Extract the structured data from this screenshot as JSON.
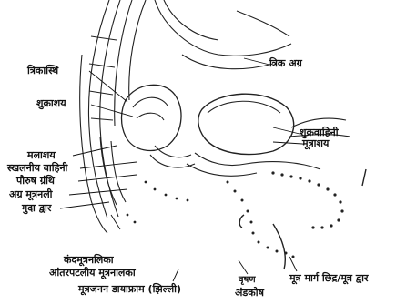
{
  "labels": {
    "trik_agra": "त्रिक अग्र",
    "trikasthi": "त्रिकास्थि",
    "shukrashay": "शुक्राशय",
    "shukravahini": "शुक्रवाहिनी",
    "mutrashay": "मूत्राशय",
    "malashay": "मलाशय",
    "skhalaniya_vahini": "स्खलनीय वाहिनी",
    "paurush_granthi": "पौरुष ग्रंथि",
    "agra_mutranali": "अग्र मूत्रनली",
    "guda_dwar": "गुदा द्वार",
    "kandmutranalika": "कंदमूत्रनलिका",
    "antarpatliya_mutranalika": "आंतरपटलीय मूत्रनालका",
    "mutrajanan_diaphragm": "मूत्रजनन डायाफ्राम (झिल्ली)",
    "vrishan": "वृषण",
    "andkosh": "अंडकोष",
    "mutra_marg_chhidra": "मूत्र मार्ग छिद्र/मूत्र द्वार"
  }
}
